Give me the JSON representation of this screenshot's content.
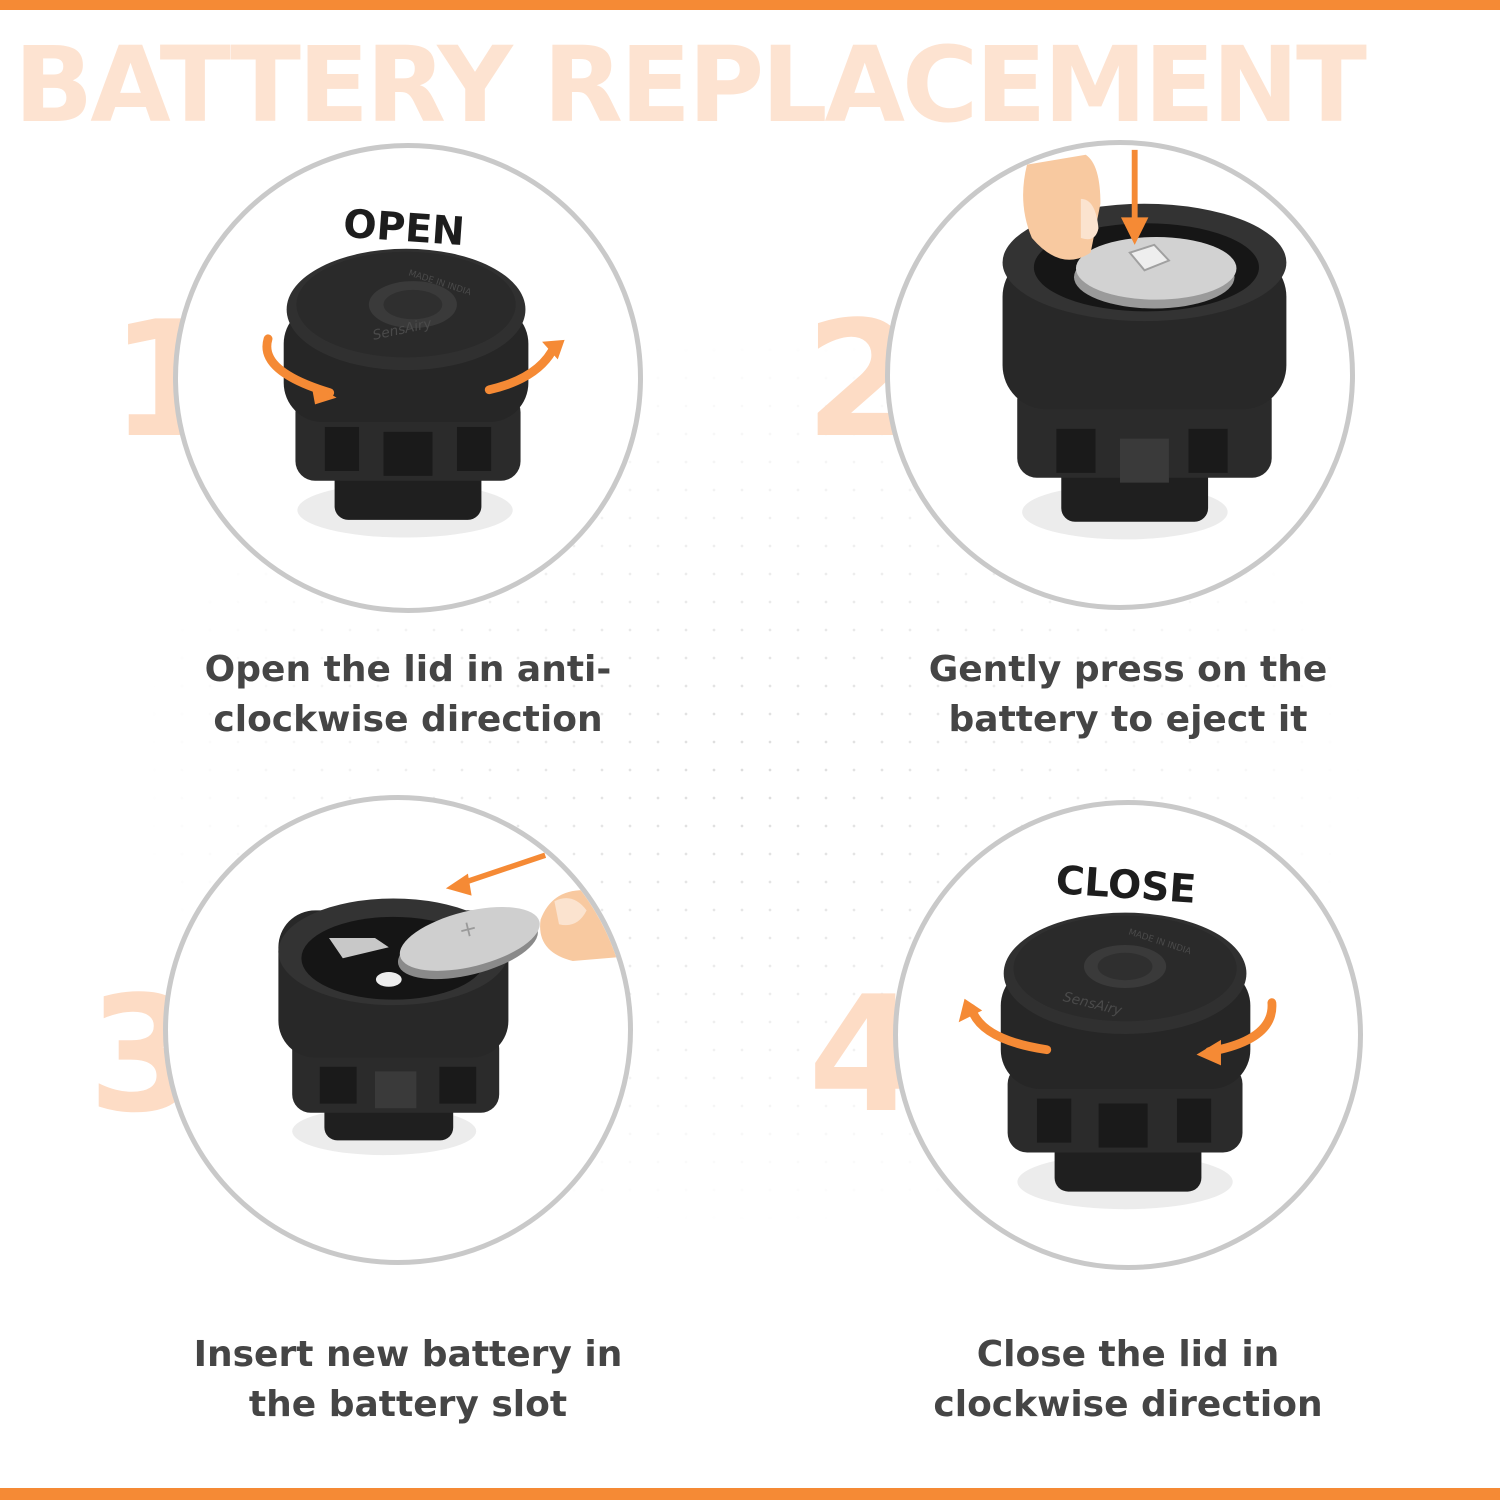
{
  "title": "BATTERY REPLACEMENT",
  "colors": {
    "accent": "#f58a35",
    "title_faded": "#fde3d1",
    "step_number": "#fddcc5",
    "caption": "#454545",
    "device": "#262626",
    "circle_border": "#c9c9c9"
  },
  "steps": [
    {
      "number": "1",
      "label": "OPEN",
      "brand": "SensAiry",
      "stamp": "MADE IN INDIA",
      "caption_line1": "Open the lid in anti-",
      "caption_line2": "clockwise direction"
    },
    {
      "number": "2",
      "caption_line1": "Gently press on the",
      "caption_line2": "battery to eject it"
    },
    {
      "number": "3",
      "battery_mark": "+",
      "caption_line1": "Insert new battery in",
      "caption_line2": "the battery slot"
    },
    {
      "number": "4",
      "label": "CLOSE",
      "brand": "SensAiry",
      "stamp": "MADE IN INDIA",
      "caption_line1": "Close the lid in",
      "caption_line2": "clockwise direction"
    }
  ]
}
